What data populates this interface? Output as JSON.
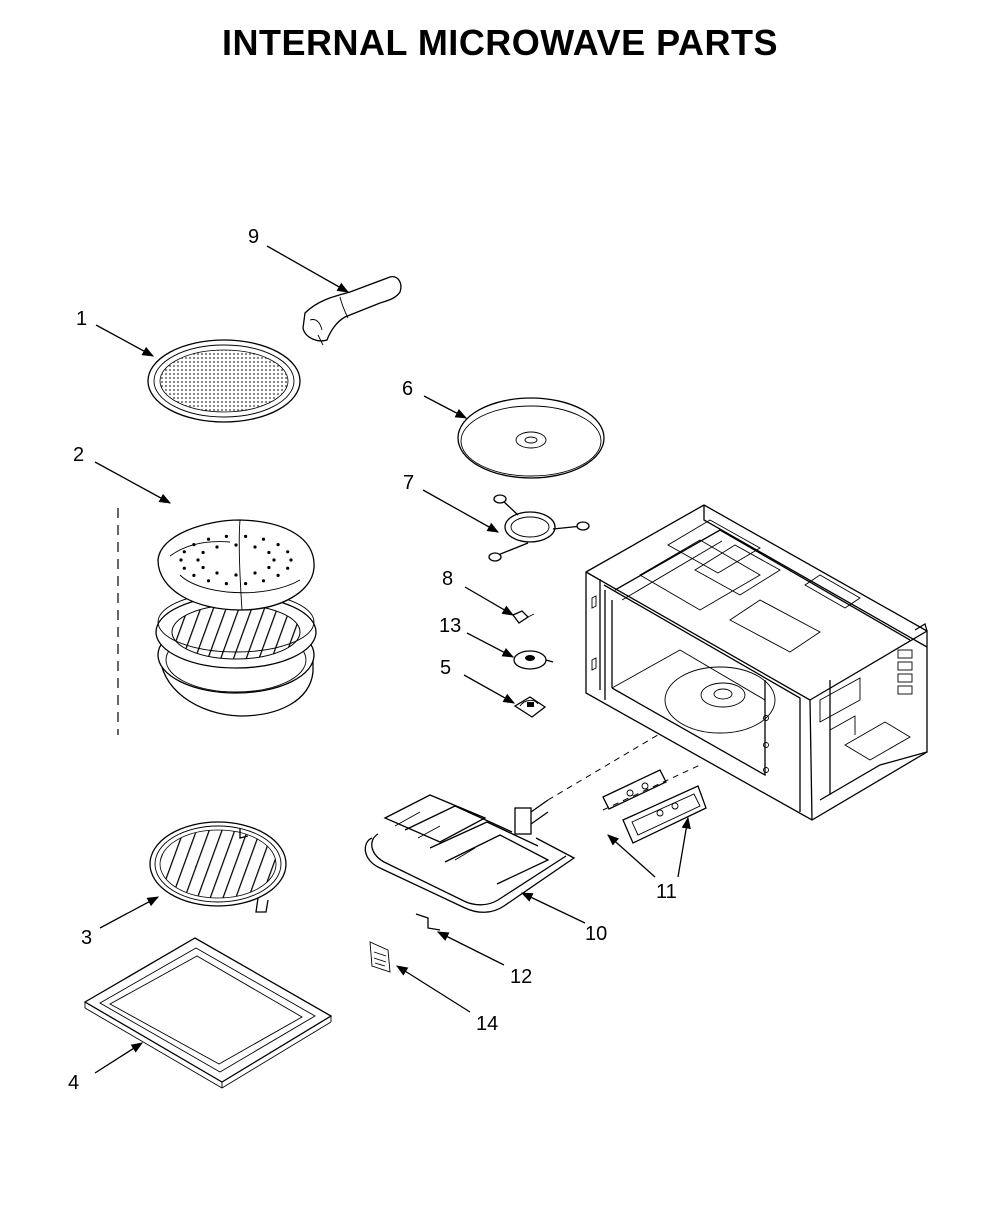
{
  "title": "INTERNAL MICROWAVE PARTS",
  "callouts": [
    {
      "id": "1",
      "label": "1"
    },
    {
      "id": "2",
      "label": "2"
    },
    {
      "id": "3",
      "label": "3"
    },
    {
      "id": "4",
      "label": "4"
    },
    {
      "id": "5",
      "label": "5"
    },
    {
      "id": "6",
      "label": "6"
    },
    {
      "id": "7",
      "label": "7"
    },
    {
      "id": "8",
      "label": "8"
    },
    {
      "id": "9",
      "label": "9"
    },
    {
      "id": "10",
      "label": "10"
    },
    {
      "id": "11",
      "label": "11"
    },
    {
      "id": "12",
      "label": "12"
    },
    {
      "id": "13",
      "label": "13"
    },
    {
      "id": "14",
      "label": "14"
    }
  ]
}
